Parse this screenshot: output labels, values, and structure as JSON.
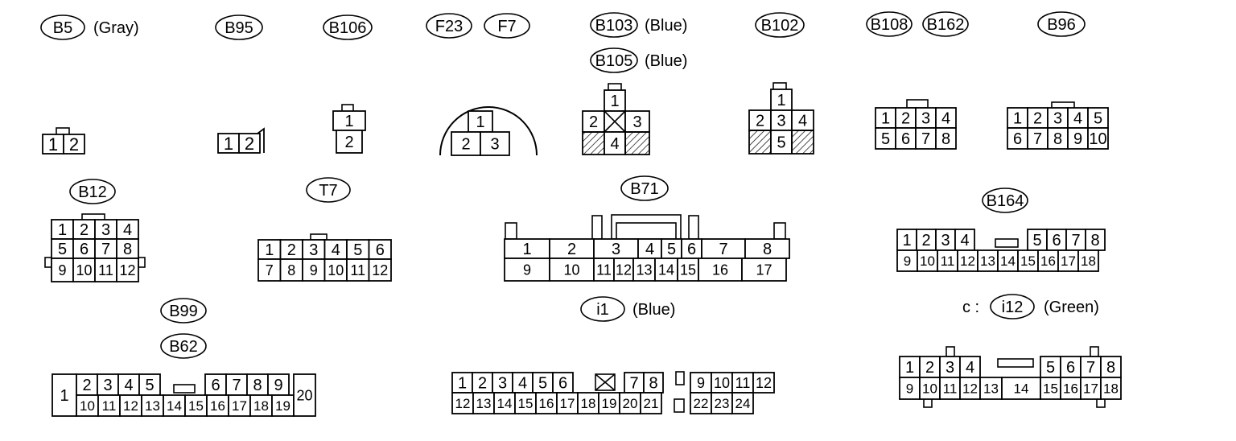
{
  "connectors": {
    "b5": {
      "label": "B5",
      "note": "(Gray)",
      "pins": [
        "1",
        "2"
      ]
    },
    "b95": {
      "label": "B95",
      "pins": [
        "1",
        "2"
      ]
    },
    "b106": {
      "label": "B106",
      "pins": [
        "1",
        "2"
      ]
    },
    "f23": {
      "label": "F23"
    },
    "f7": {
      "label": "F7",
      "pins": [
        "1",
        "2",
        "3"
      ]
    },
    "b103": {
      "label": "B103",
      "note": "(Blue)"
    },
    "b105": {
      "label": "B105",
      "note": "(Blue)",
      "pins": [
        "1",
        "2",
        "3",
        "4"
      ]
    },
    "b102": {
      "label": "B102",
      "pins": [
        "1",
        "2",
        "3",
        "4",
        "5"
      ]
    },
    "b108": {
      "label": "B108"
    },
    "b162": {
      "label": "B162",
      "pins": [
        "1",
        "2",
        "3",
        "4",
        "5",
        "6",
        "7",
        "8"
      ]
    },
    "b96": {
      "label": "B96",
      "pins": [
        "1",
        "2",
        "3",
        "4",
        "5",
        "6",
        "7",
        "8",
        "9",
        "10"
      ]
    },
    "b12": {
      "label": "B12",
      "pins": [
        "1",
        "2",
        "3",
        "4",
        "5",
        "6",
        "7",
        "8",
        "9",
        "10",
        "11",
        "12"
      ]
    },
    "t7": {
      "label": "T7",
      "pins": [
        "1",
        "2",
        "3",
        "4",
        "5",
        "6",
        "7",
        "8",
        "9",
        "10",
        "11",
        "12"
      ]
    },
    "b71": {
      "label": "B71",
      "pins": [
        "1",
        "2",
        "3",
        "4",
        "5",
        "6",
        "7",
        "8",
        "9",
        "10",
        "11",
        "12",
        "13",
        "14",
        "15",
        "16",
        "17"
      ]
    },
    "b164": {
      "label": "B164",
      "pins": [
        "1",
        "2",
        "3",
        "4",
        "5",
        "6",
        "7",
        "8",
        "9",
        "10",
        "11",
        "12",
        "13",
        "14",
        "15",
        "16",
        "17",
        "18"
      ]
    },
    "b99": {
      "label": "B99"
    },
    "b62": {
      "label": "B62",
      "pins": [
        "1",
        "2",
        "3",
        "4",
        "5",
        "6",
        "7",
        "8",
        "9",
        "10",
        "11",
        "12",
        "13",
        "14",
        "15",
        "16",
        "17",
        "18",
        "19",
        "20"
      ]
    },
    "i1": {
      "label": "i1",
      "note": "(Blue)",
      "pins": [
        "1",
        "2",
        "3",
        "4",
        "5",
        "6",
        "7",
        "8",
        "9",
        "10",
        "11",
        "12",
        "13",
        "14",
        "15",
        "16",
        "17",
        "18",
        "19",
        "20",
        "21",
        "22",
        "23",
        "24"
      ]
    },
    "i12": {
      "label": "i12",
      "prefix": "c :",
      "note": "(Green)",
      "pins": [
        "1",
        "2",
        "3",
        "4",
        "5",
        "6",
        "7",
        "8",
        "9",
        "10",
        "11",
        "12",
        "13",
        "14",
        "15",
        "16",
        "17",
        "18"
      ]
    }
  }
}
